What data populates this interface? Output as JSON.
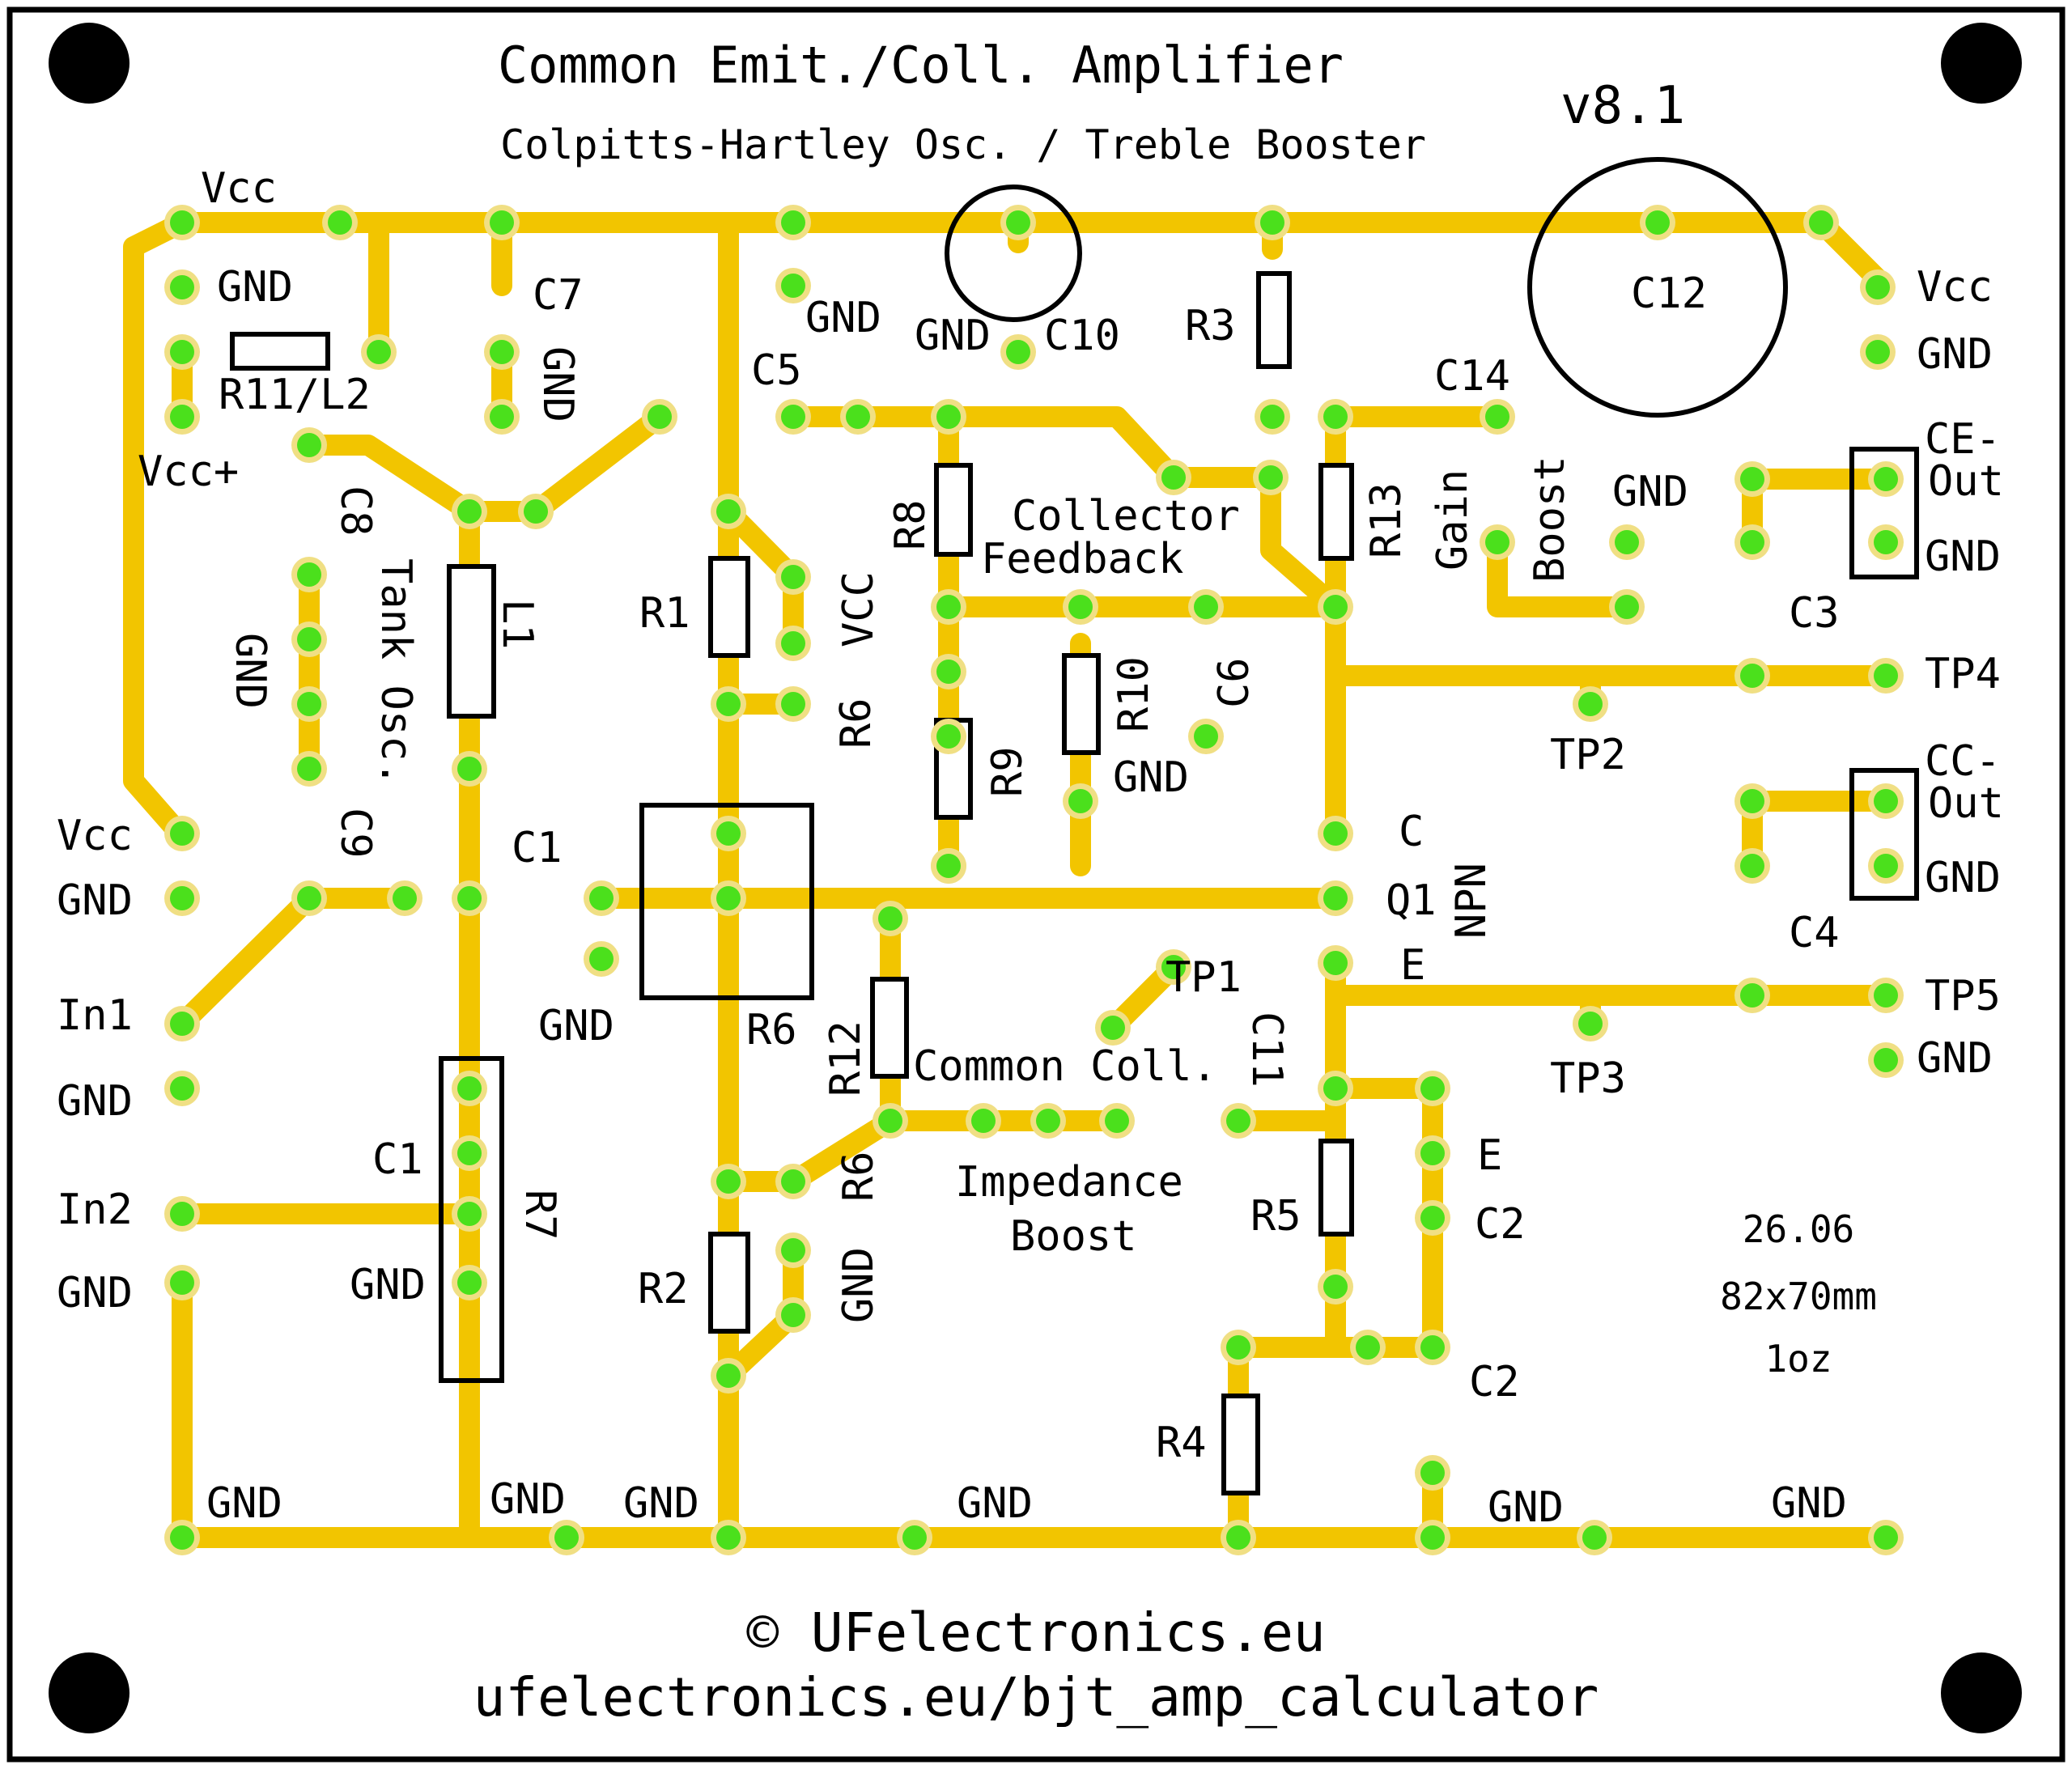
{
  "title": "Common Emit./Coll. Amplifier",
  "subtitle": "Colpitts-Hartley Osc. / Treble Booster",
  "version": "v8.1",
  "footer": {
    "copyright": "© UFelectronics.eu",
    "url": "ufelectronics.eu/bjt_amp_calculator"
  },
  "info": {
    "date": "26.06",
    "size": "82x70mm",
    "copper": "1oz"
  },
  "colors": {
    "trace": "#f2c500",
    "pad_ring": "#f0df84",
    "pad_center": "#4be01c",
    "square_pad": "#f3d97a",
    "outline": "#000000"
  },
  "labels": {
    "vcc_top": "Vcc",
    "gnd_left_top": "GND",
    "c7": "C7",
    "gnd_c7": "GND",
    "r11l2": "R11/L2",
    "vcc_plus": "Vcc+",
    "c8": "C8",
    "gnd_left_vert": "GND",
    "c9": "C9",
    "tank_osc": "Tank Osc.",
    "l1": "L1",
    "c5": "C5",
    "gnd_c5": "GND",
    "gnd_c10": "GND",
    "c10": "C10",
    "r3": "R3",
    "c12": "C12",
    "vcc_right": "Vcc",
    "gnd_right1": "GND",
    "c14": "C14",
    "collector_fb_1": "Collector",
    "collector_fb_2": "Feedback",
    "r13": "R13",
    "gain": "Gain",
    "boost": "Boost",
    "gnd_gain": "GND",
    "ce_out_1": "CE-",
    "ce_out_2": "Out",
    "gnd_ce_out": "GND",
    "c3": "C3",
    "r8": "R8",
    "r1": "R1",
    "r6_vcc": "R6",
    "vcc_vert": "VCC",
    "r10": "R10",
    "c6": "C6",
    "r9": "R9",
    "gnd_r10": "GND",
    "tp4": "TP4",
    "tp2": "TP2",
    "cc_out_1": "CC-",
    "cc_out_2": "Out",
    "gnd_cc_out": "GND",
    "c4": "C4",
    "vcc_left": "Vcc",
    "gnd_left_mid": "GND",
    "c1_label": "C1",
    "q_c": "C",
    "q1": "Q1",
    "npn": "NPN",
    "in1": "In1",
    "gnd_in1": "GND",
    "gnd_c1": "GND",
    "r6_box": "R6",
    "r12": "R12",
    "tp1": "TP1",
    "q_e": "E",
    "tp5": "TP5",
    "tp3": "TP3",
    "gnd_tp5": "GND",
    "common_coll": "Common Coll.",
    "c11": "C11",
    "c1_r7": "C1",
    "r7": "R7",
    "gnd_r7": "GND",
    "in2": "In2",
    "gnd_in2": "GND",
    "r6_gnd": "R6",
    "gnd_r6_vert": "GND",
    "impedance": "Impedance",
    "imp_boost": "Boost",
    "r2": "R2",
    "r5": "R5",
    "e_c2": "E",
    "c2_top": "C2",
    "c2_bottom": "C2",
    "r4": "R4",
    "gnd_b1": "GND",
    "gnd_b2": "GND",
    "gnd_b3": "GND",
    "gnd_b4": "GND",
    "gnd_b5": "GND",
    "gnd_b6": "GND"
  }
}
